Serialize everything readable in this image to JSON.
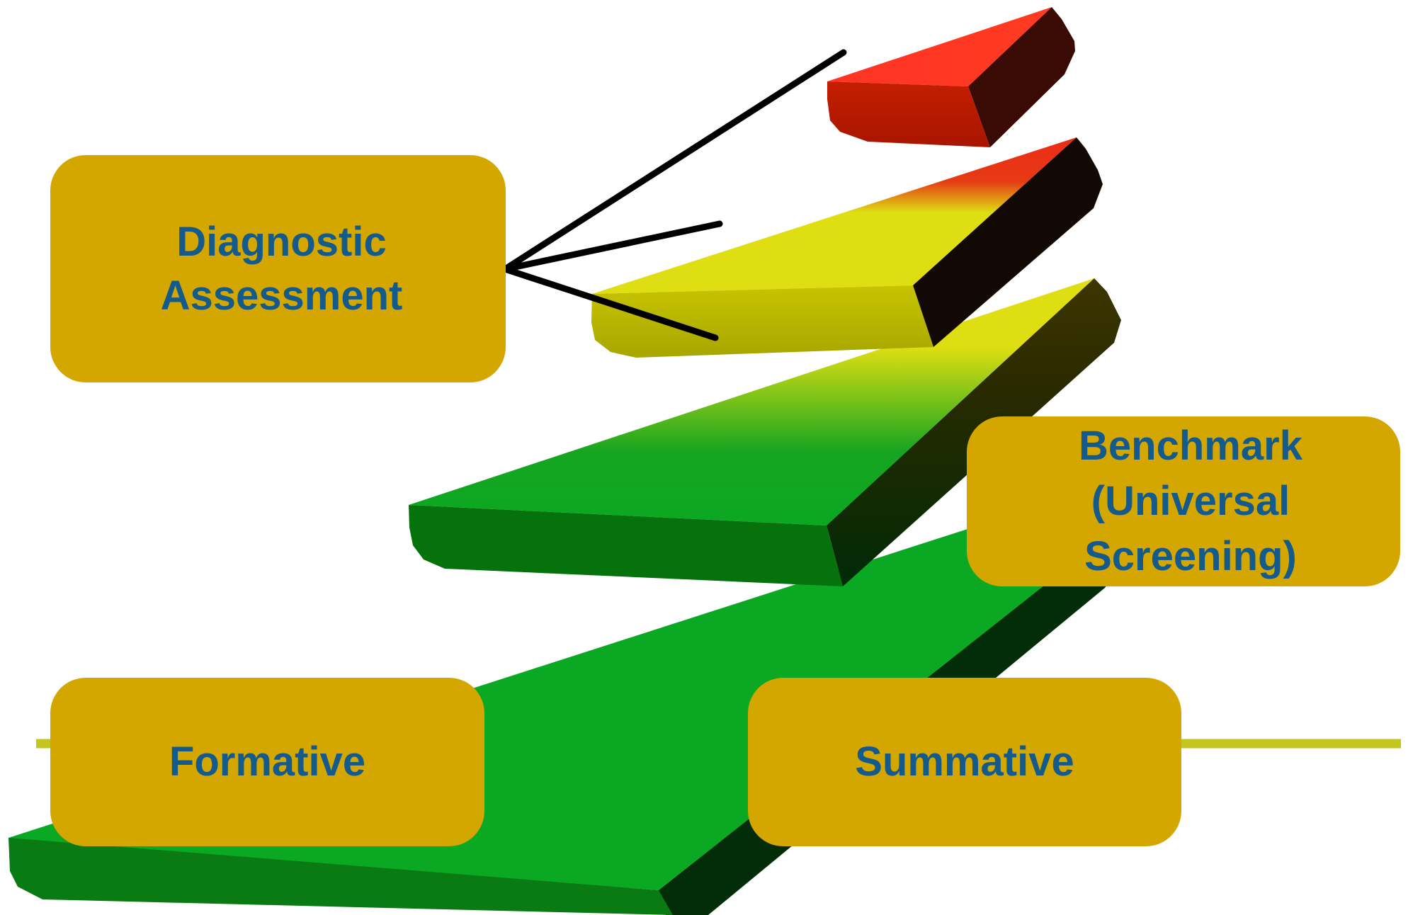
{
  "diagram": {
    "labels": {
      "diagnostic": "Diagnostic\nAssessment",
      "benchmark": "Benchmark\n(Universal\nScreening)",
      "formative": "Formative",
      "summative": "Summative"
    },
    "steps": [
      {
        "color": "green"
      },
      {
        "color": "green-to-yellow"
      },
      {
        "color": "yellow-to-red"
      },
      {
        "color": "red"
      }
    ],
    "colors": {
      "label_box": "#d4a600",
      "label_text": "#145a8a",
      "rule_line": "#c3c61f",
      "arrow": "#000000",
      "green": "#0ba823",
      "yellow": "#dede12",
      "red": "#ff3a22"
    }
  }
}
